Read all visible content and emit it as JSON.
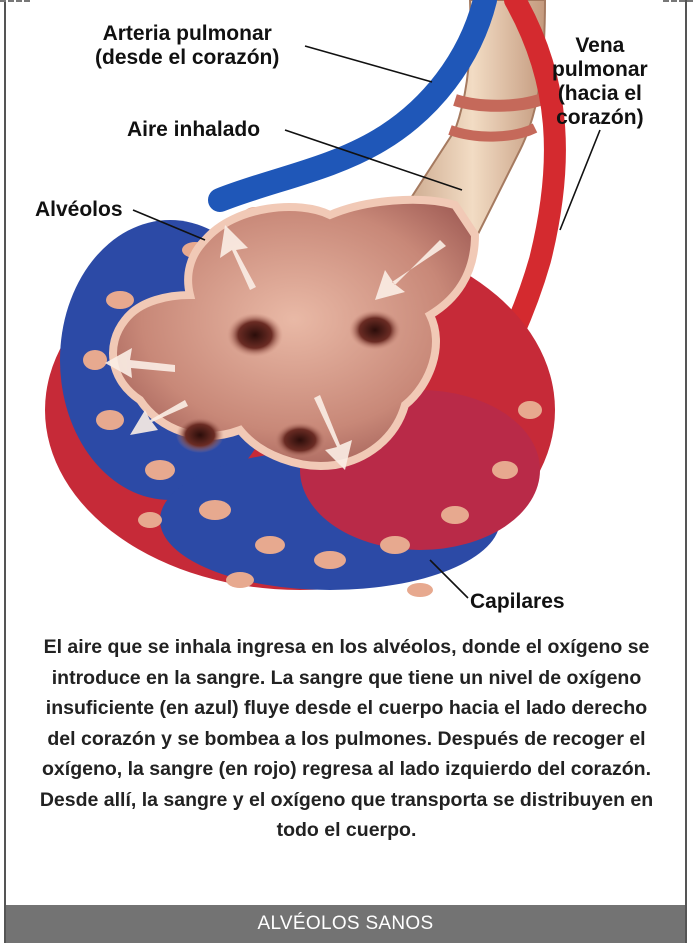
{
  "labels": {
    "arteria": [
      "Arteria pulmonar",
      "(desde el corazón)"
    ],
    "vena": [
      "Vena",
      "pulmonar",
      "(hacia el",
      "corazón)"
    ],
    "aire": "Aire inhalado",
    "alveolos": "Alvéolos",
    "capilares": "Capilares"
  },
  "caption": "El aire que se inhala ingresa en los alvéolos, donde el oxígeno se introduce en la sangre. La sangre que tiene un nivel de oxígeno insuficiente (en azul) fluye desde el cuerpo hacia el lado derecho del corazón y se bombea a los pulmones. Después de recoger el oxígeno, la sangre (en rojo) regresa al lado izquierdo del corazón. Desde allí, la sangre y el oxígeno que transporta se distribuyen en todo el cuerpo.",
  "footer": "ALVÉOLOS SANOS",
  "colors": {
    "artery_blue": "#1f57b8",
    "vein_red": "#d42a2f",
    "tissue": "#c98a7a",
    "footer_bg": "#737373"
  }
}
